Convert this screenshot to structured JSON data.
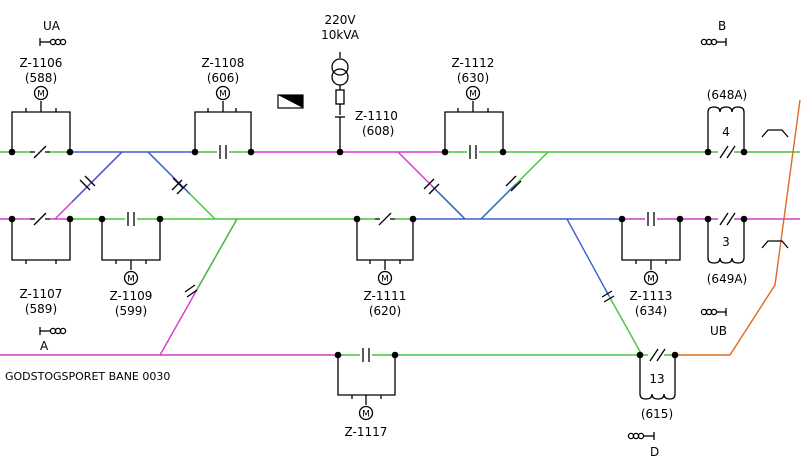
{
  "colors": {
    "blue": "#3a5fd0",
    "green": "#43c63a",
    "magenta": "#d43ad0",
    "orange": "#e06a20",
    "black": "#000000"
  },
  "supply": {
    "voltage": "220V",
    "power": "10kVA"
  },
  "labels": {
    "ua": "UA",
    "b": "B",
    "a": "A",
    "ub": "UB",
    "d": "D",
    "track": "GODSTOGSPORET BANE 0030"
  },
  "motor_symbol": "M",
  "switches": {
    "z1106": {
      "id": "Z-1106",
      "num": "(588)"
    },
    "z1108": {
      "id": "Z-1108",
      "num": "(606)"
    },
    "z1110": {
      "id": "Z-1110",
      "num": "(608)"
    },
    "z1112": {
      "id": "Z-1112",
      "num": "(630)"
    },
    "z1107": {
      "id": "Z-1107",
      "num": "(589)"
    },
    "z1109": {
      "id": "Z-1109",
      "num": "(599)"
    },
    "z1111": {
      "id": "Z-1111",
      "num": "(620)"
    },
    "z1113": {
      "id": "Z-1113",
      "num": "(634)"
    },
    "z1117": {
      "id": "Z-1117"
    }
  },
  "coils": {
    "c4": {
      "id": "4",
      "num": "(648A)"
    },
    "c3": {
      "id": "3",
      "num": "(649A)"
    },
    "c13": {
      "id": "13",
      "num": "(615)"
    }
  }
}
